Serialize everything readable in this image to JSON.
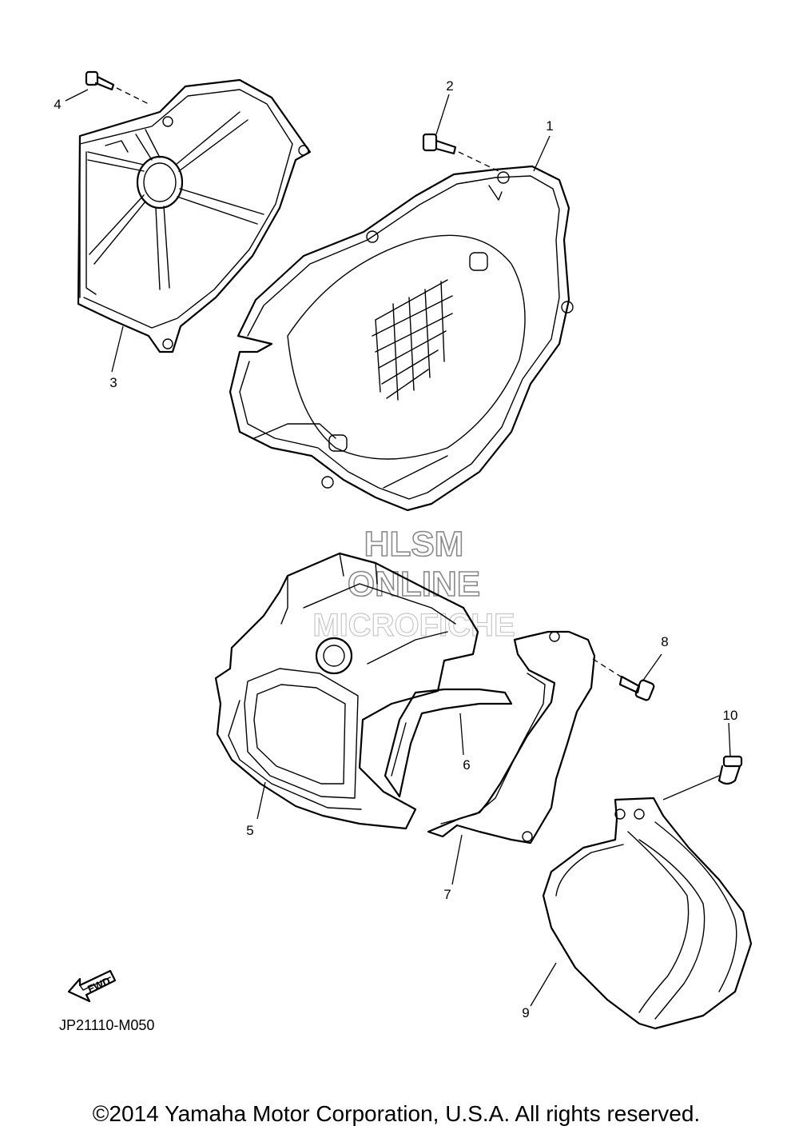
{
  "callouts": [
    {
      "id": "1",
      "label": "1"
    },
    {
      "id": "2",
      "label": "2"
    },
    {
      "id": "3",
      "label": "3"
    },
    {
      "id": "4",
      "label": "4"
    },
    {
      "id": "5",
      "label": "5"
    },
    {
      "id": "6",
      "label": "6"
    },
    {
      "id": "7",
      "label": "7"
    },
    {
      "id": "8",
      "label": "8"
    },
    {
      "id": "9",
      "label": "9"
    },
    {
      "id": "10",
      "label": "10"
    }
  ],
  "watermark": {
    "line1": "HLSM",
    "line2": "ONLINE",
    "line3": "MICROFICHE"
  },
  "direction_badge": "FWD",
  "diagram_code": "JP21110-M050",
  "copyright": "©2014 Yamaha Motor Corporation, U.S.A. All rights reserved."
}
